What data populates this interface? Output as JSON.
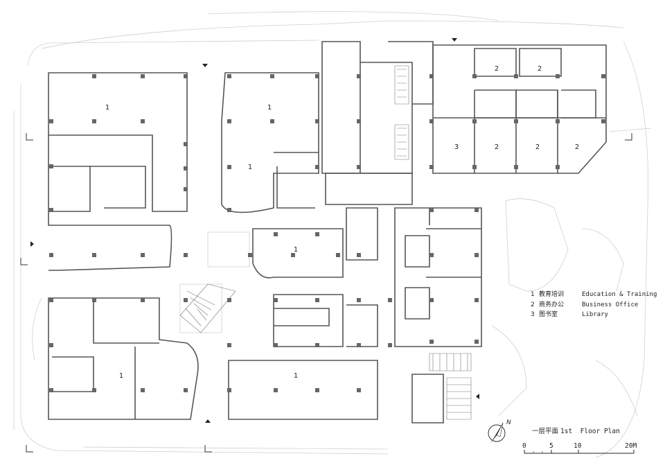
{
  "rooms": [
    {
      "name": "room-education-nw",
      "label": "1"
    },
    {
      "name": "room-education-n",
      "label": "1"
    },
    {
      "name": "room-education-center-n",
      "label": "1"
    },
    {
      "name": "room-education-center",
      "label": "1"
    },
    {
      "name": "room-education-sw",
      "label": "1"
    },
    {
      "name": "room-education-s",
      "label": "1"
    },
    {
      "name": "room-office-ne1",
      "label": "2"
    },
    {
      "name": "room-office-ne2",
      "label": "2"
    },
    {
      "name": "room-office-e1",
      "label": "2"
    },
    {
      "name": "room-office-e2",
      "label": "2"
    },
    {
      "name": "room-office-e3",
      "label": "2"
    },
    {
      "name": "room-library",
      "label": "3"
    }
  ],
  "legend": {
    "items": [
      {
        "num": "1",
        "cn": "教育培训",
        "en": "Education & Training"
      },
      {
        "num": "2",
        "cn": "商务办公",
        "en": "Business Office"
      },
      {
        "num": "3",
        "cn": "图书室",
        "en": "Library"
      }
    ]
  },
  "title": {
    "cn": "一层平面",
    "en": "1st  Floor Plan"
  },
  "north": "N",
  "scale": {
    "ticks": [
      "0",
      "5",
      "10",
      "20M"
    ]
  },
  "colors": {
    "wall": "#555555",
    "column": "#666666",
    "thin": "#c8c8c8",
    "text": "#222222"
  }
}
